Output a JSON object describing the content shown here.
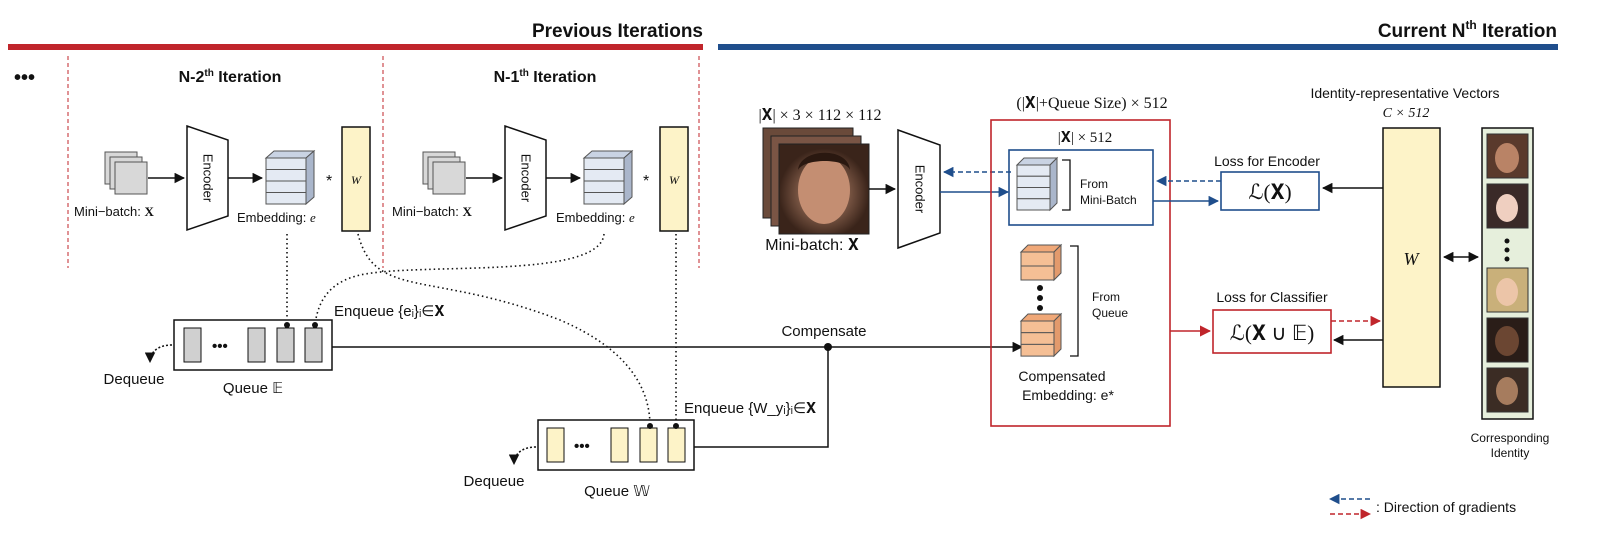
{
  "header": {
    "previous": "Previous Iterations",
    "current_prefix": "Current N",
    "current_sup": "th",
    "current_suffix": " Iteration"
  },
  "ellipsis": "•••",
  "iterations": [
    {
      "prefix": "N-2",
      "sup": "th",
      "suffix": " Iteration",
      "minibatch": "Mini−batch: ",
      "minibatch_var": "X",
      "encoder": "Encoder",
      "embedding": "Embedding: ",
      "embedding_var": "e",
      "weight": "W"
    },
    {
      "prefix": "N-1",
      "sup": "th",
      "suffix": " Iteration",
      "minibatch": "Mini−batch: ",
      "minibatch_var": "X",
      "encoder": "Encoder",
      "embedding": "Embedding: ",
      "embedding_var": "e",
      "weight": "W"
    }
  ],
  "queues": {
    "e_label": "Queue 𝔼",
    "w_label": "Queue 𝕎",
    "dequeue": "Dequeue",
    "enqueue_e": "Enqueue {eᵢ}ᵢ∈𝐗",
    "enqueue_w": "Enqueue {W_yᵢ}ᵢ∈𝐗",
    "compensate": "Compensate"
  },
  "current": {
    "input_dims": "|𝐗| × 3 × 112 × 112",
    "minibatch": "Mini-batch: 𝐗",
    "encoder": "Encoder",
    "box_dims": "(|𝐗|+Queue Size) × 512",
    "inner_dims": "|𝐗| × 512",
    "from_minibatch_1": "From",
    "from_minibatch_2": "Mini-Batch",
    "from_queue_1": "From",
    "from_queue_2": "Queue",
    "compensated_1": "Compensated",
    "compensated_2": "Embedding: e*",
    "loss_encoder_label": "Loss for Encoder",
    "loss_encoder": "ℒ(𝐗)",
    "loss_classifier_label": "Loss for Classifier",
    "loss_classifier": "ℒ(𝐗 ∪ 𝔼)",
    "irv_label": "Identity-representative Vectors",
    "irv_dims": "C × 512",
    "weight": "W",
    "corresponding_1": "Corresponding",
    "corresponding_2": "Identity"
  },
  "legend": {
    "gradients": ": Direction of gradients"
  },
  "colors": {
    "red": "#c0252b",
    "blue": "#1f4e8c",
    "cream": "#fdf3c8",
    "orange": "#f5bf95",
    "gray": "#d0d0d0"
  }
}
